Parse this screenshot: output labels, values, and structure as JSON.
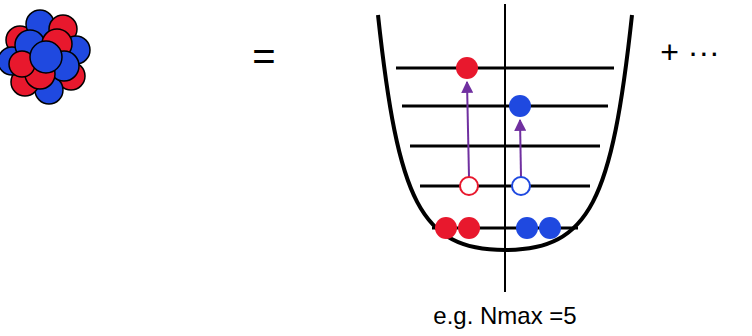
{
  "diagram": {
    "labels": [
      "=",
      "+ ···",
      "e.g. Nmax =5"
    ]
  }
}
